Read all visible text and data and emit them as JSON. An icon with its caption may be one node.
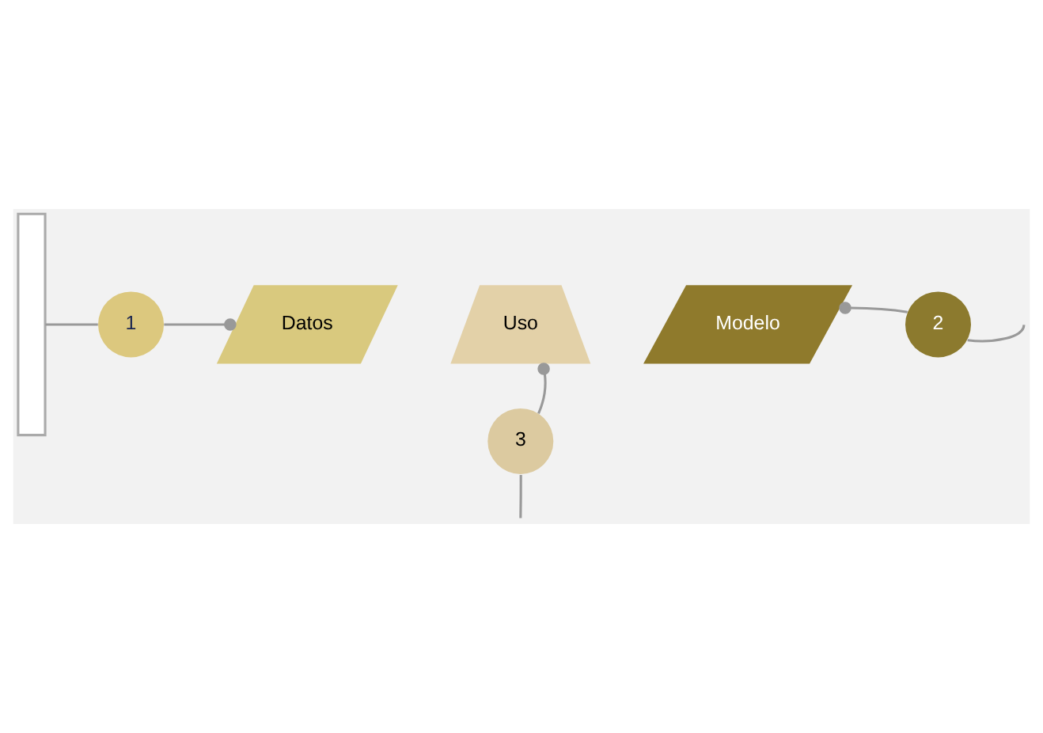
{
  "diagram": {
    "nodes": [
      {
        "text": [
          "Datos"
        ]
      },
      {
        "text": [
          "Modelo"
        ]
      },
      {
        "text": [
          "Uso"
        ]
      },
      {
        "text": [
          "1"
        ]
      },
      {
        "text": [
          "2"
        ]
      },
      {
        "text": [
          "3"
        ]
      },
      {
        "text": [],
        "shape": "box"
      }
    ],
    "edges": [
      {
        "from": 6,
        "to": 3,
        "arrow": "none"
      },
      {
        "from": 3,
        "to": 0,
        "arrow": "other"
      },
      {
        "from": 4,
        "to": 1,
        "arrow": "other"
      },
      {
        "from": 4,
        "to": null,
        "arrow": "none"
      },
      {
        "from": 5,
        "to": 2,
        "arrow": "other"
      },
      {
        "from": 5,
        "to": null,
        "arrow": "none"
      }
    ]
  }
}
